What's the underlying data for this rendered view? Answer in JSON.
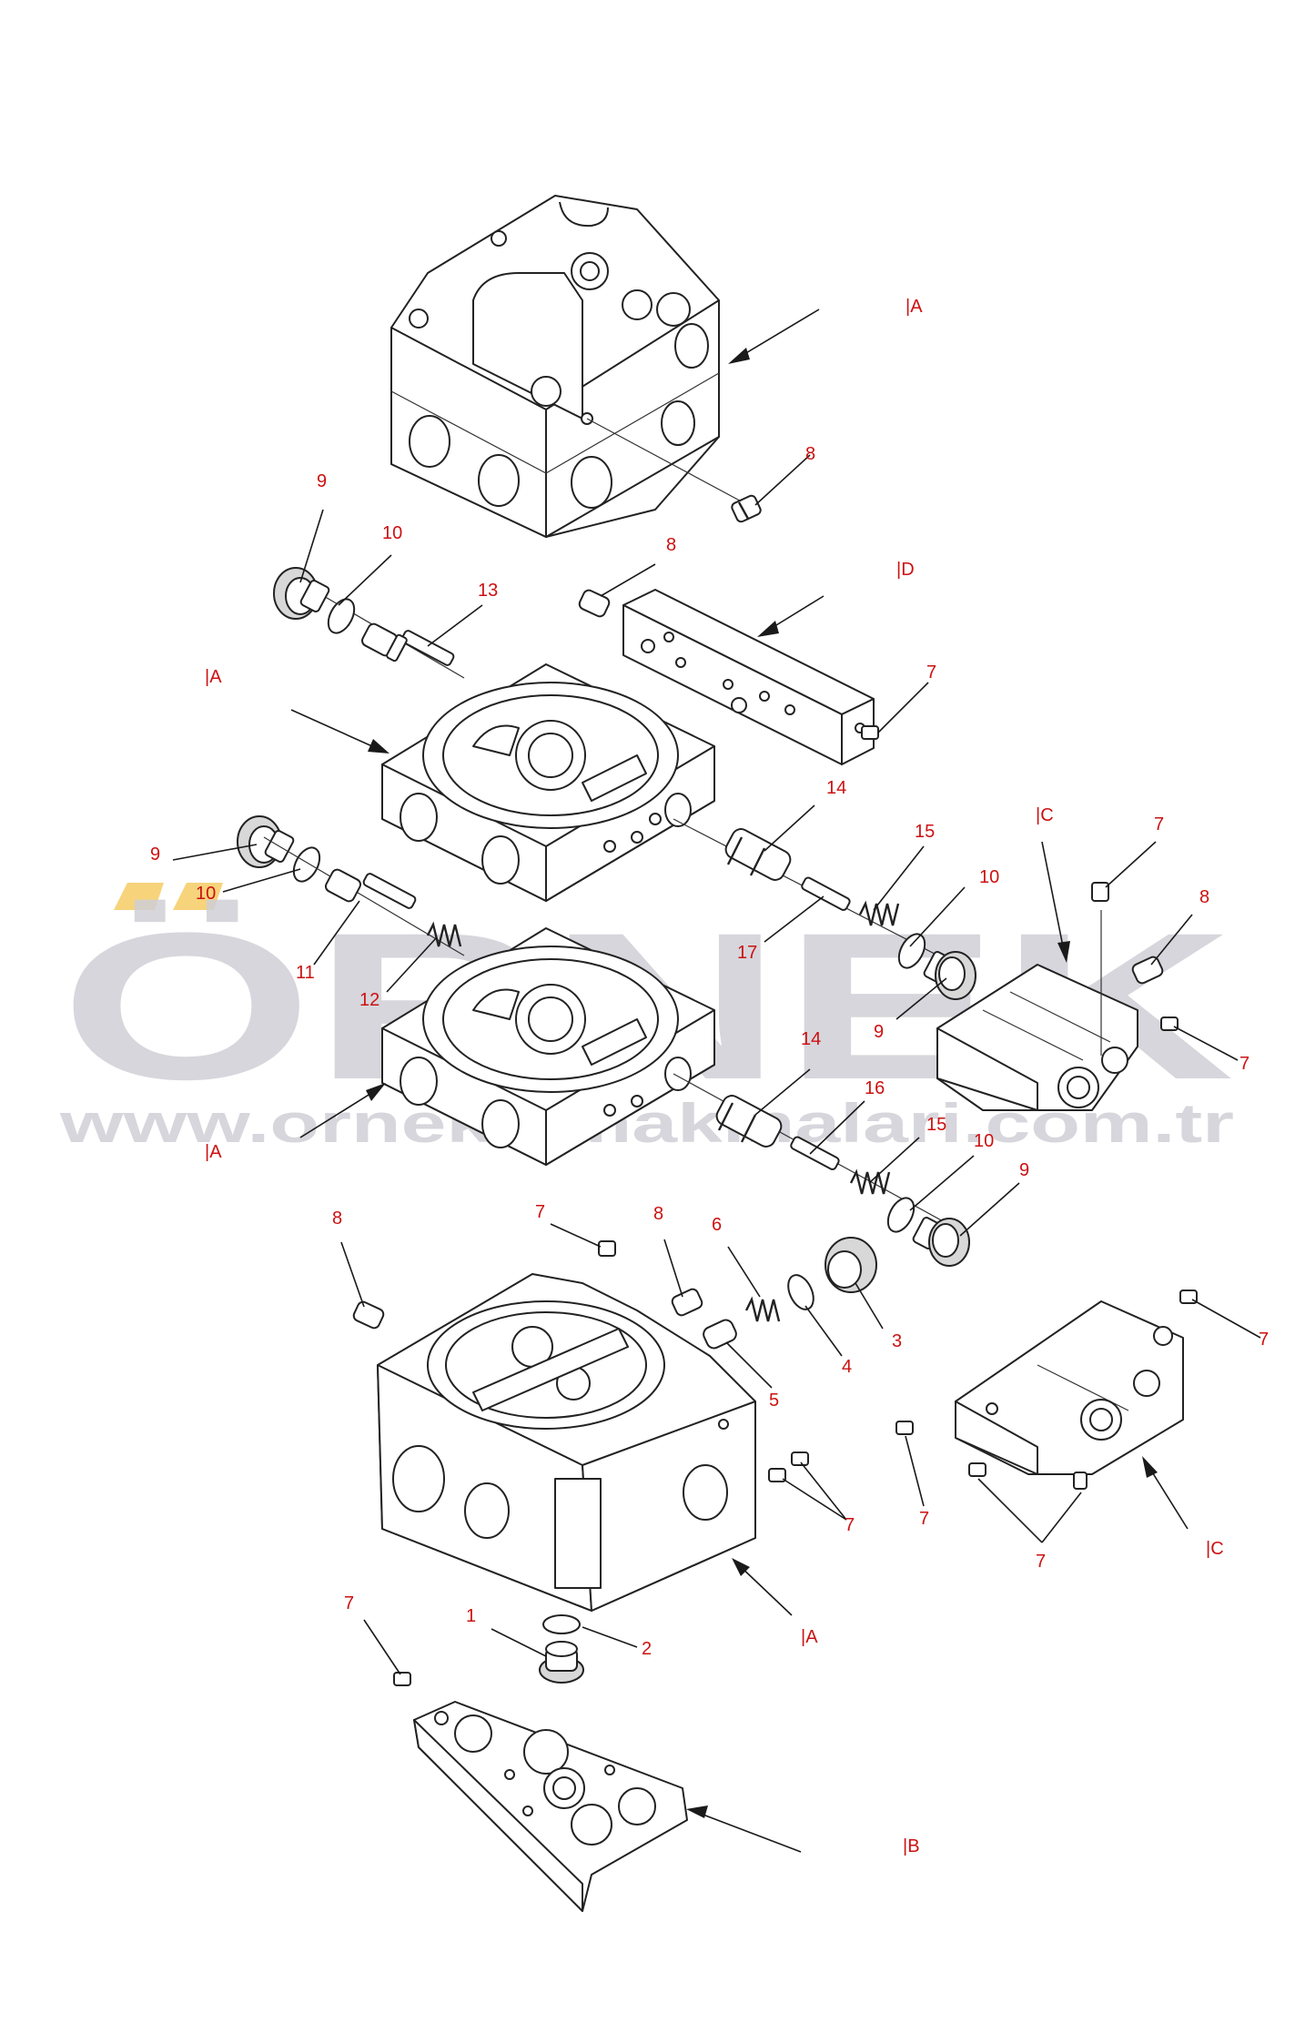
{
  "watermark": {
    "brand": "ÖRNEK",
    "url": "www.ornekismakinalari.com.tr",
    "colors": {
      "gray": "#cfcfd6",
      "accent": "#f5c85a"
    }
  },
  "labels": {
    "color": "#cc1111",
    "callouts": [
      "|A",
      "8",
      "9",
      "10",
      "13",
      "8",
      "|D",
      "7",
      "|A",
      "14",
      "15",
      "10",
      "|C",
      "7",
      "8",
      "9",
      "10",
      "11",
      "12",
      "17",
      "9",
      "7",
      "14",
      "16",
      "15",
      "10",
      "9",
      "|A",
      "8",
      "7",
      "8",
      "6",
      "3",
      "4",
      "5",
      "7",
      "7",
      "7",
      "7",
      "|C",
      "7",
      "1",
      "2",
      "|A",
      "|B"
    ]
  }
}
